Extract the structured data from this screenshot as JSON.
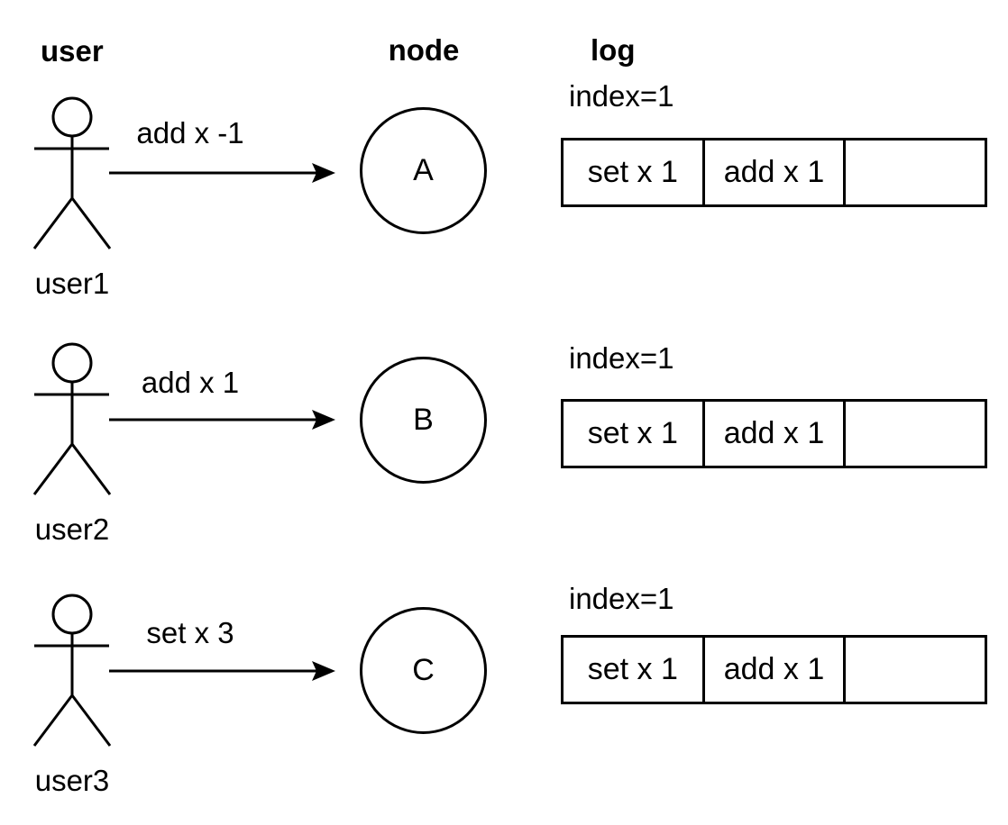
{
  "headers": {
    "user": "user",
    "node": "node",
    "log": "log"
  },
  "rows": [
    {
      "actor": {
        "label": "user1"
      },
      "message": "add x -1",
      "node": "A",
      "log": {
        "index": "index=1",
        "cells": [
          "set x 1",
          "add x 1",
          ""
        ]
      }
    },
    {
      "actor": {
        "label": "user2"
      },
      "message": "add x 1",
      "node": "B",
      "log": {
        "index": "index=1",
        "cells": [
          "set x 1",
          "add x 1",
          ""
        ]
      }
    },
    {
      "actor": {
        "label": "user3"
      },
      "message": "set x 3",
      "node": "C",
      "log": {
        "index": "index=1",
        "cells": [
          "set x 1",
          "add x 1",
          ""
        ]
      }
    }
  ],
  "colors": {
    "stroke": "#000000",
    "background": "#ffffff",
    "text": "#000000"
  }
}
